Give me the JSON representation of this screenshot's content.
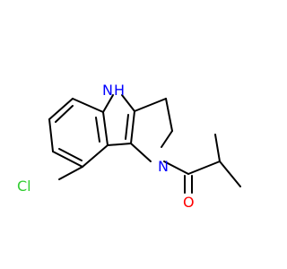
{
  "molecule": {
    "atoms": {
      "chlorine": {
        "symbol": "Cl",
        "color": "#32cd32"
      },
      "indole_nitrogen": {
        "symbol": "N",
        "subscript_h": "H",
        "color": "#0000ff"
      },
      "amide_nitrogen": {
        "symbol": "N",
        "color": "#0000ff"
      },
      "carbonyl_oxygen": {
        "symbol": "O",
        "color": "#ff0000"
      }
    },
    "bond_color": "#000000"
  }
}
